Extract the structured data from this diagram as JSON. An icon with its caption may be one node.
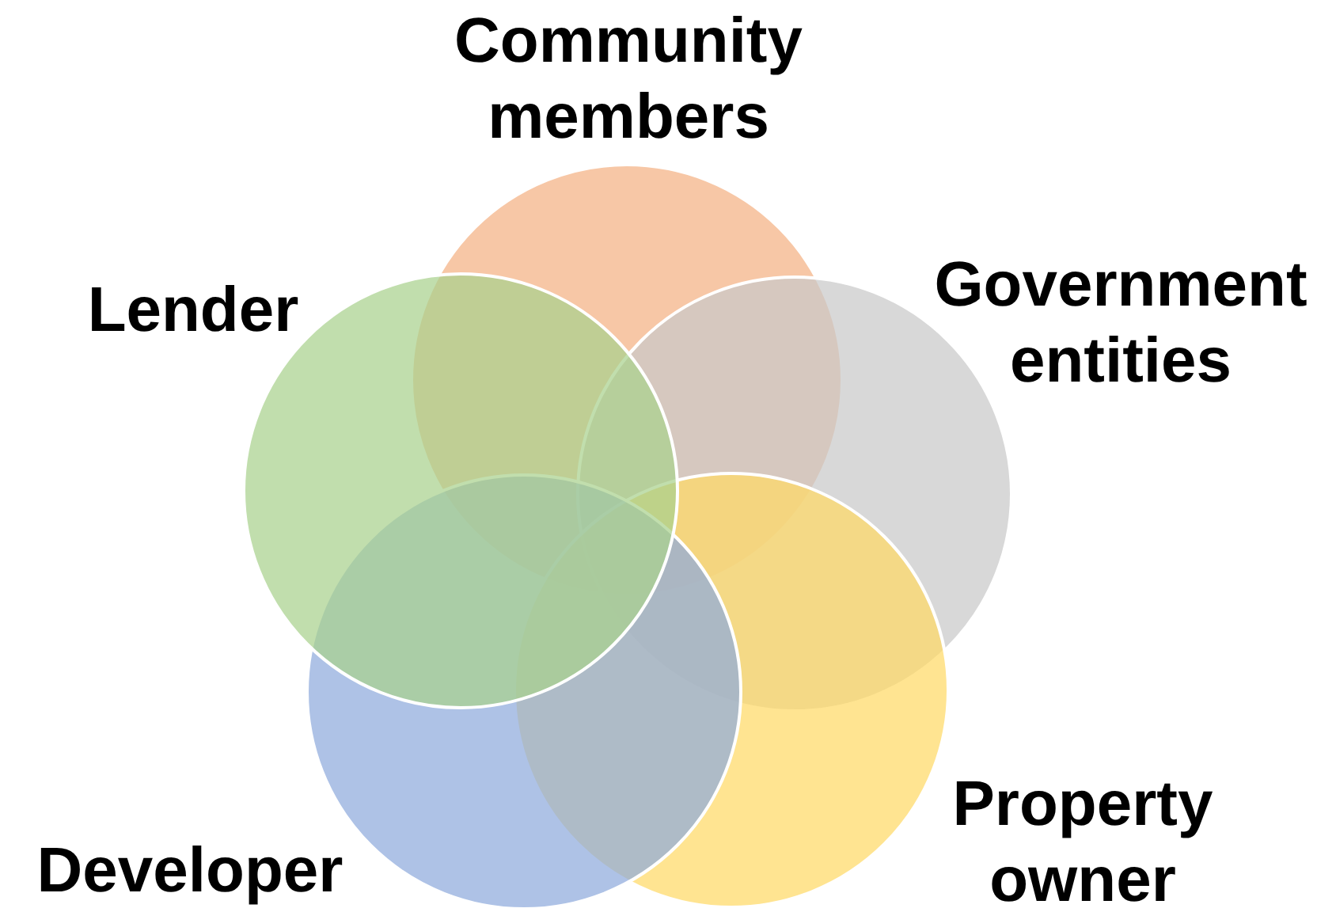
{
  "diagram": {
    "nodes": [
      {
        "text": [
          "Community members"
        ]
      },
      {
        "text": [
          "Lender"
        ]
      },
      {
        "text": [
          "Government entities"
        ]
      },
      {
        "text": [
          "Property owner"
        ]
      },
      {
        "text": [
          "Developer"
        ]
      }
    ]
  }
}
